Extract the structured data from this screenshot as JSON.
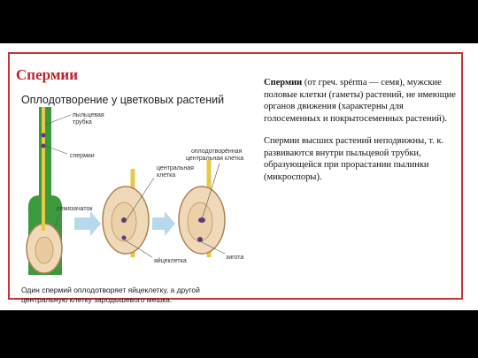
{
  "slide": {
    "title": "Спермии",
    "figure": {
      "title": "Оплодотворение у цветковых растений",
      "labels": {
        "pollen_tube_1": "пыльцевая",
        "pollen_tube_2": "трубка",
        "sperm": "спермии",
        "ovule": "семязачаток",
        "central_cell_1": "центральная",
        "central_cell_2": "клетка",
        "fertilized_1": "оплодотворённая",
        "fertilized_2": "центральная клетка",
        "egg": "яйцеклетка",
        "zygote": "зигота"
      },
      "caption_line1": "Один спермий оплодотворяет яйцеклетку, а другой",
      "caption_line2": "центральную клетку зародышевого мешка."
    },
    "definition_term": "Спермии",
    "definition_rest": " (от греч. spérma — семя), мужские половые клетки (гаметы) растений, не имеющие органов движения (характерны для голосеменных и покрытосеменных растений).",
    "paragraph2": "Спермии  высших растений неподвижны, т. к. развиваются внутри пыльцевой трубки, образующейся при прорастании пылинки (микроспоры)."
  },
  "colors": {
    "frame": "#c8323a",
    "title": "#c0202a",
    "stem": "#3b9a3c",
    "pollen_tube": "#e7c94a",
    "ovule": "#f0d9b8",
    "arrow": "#b8d9ec"
  }
}
